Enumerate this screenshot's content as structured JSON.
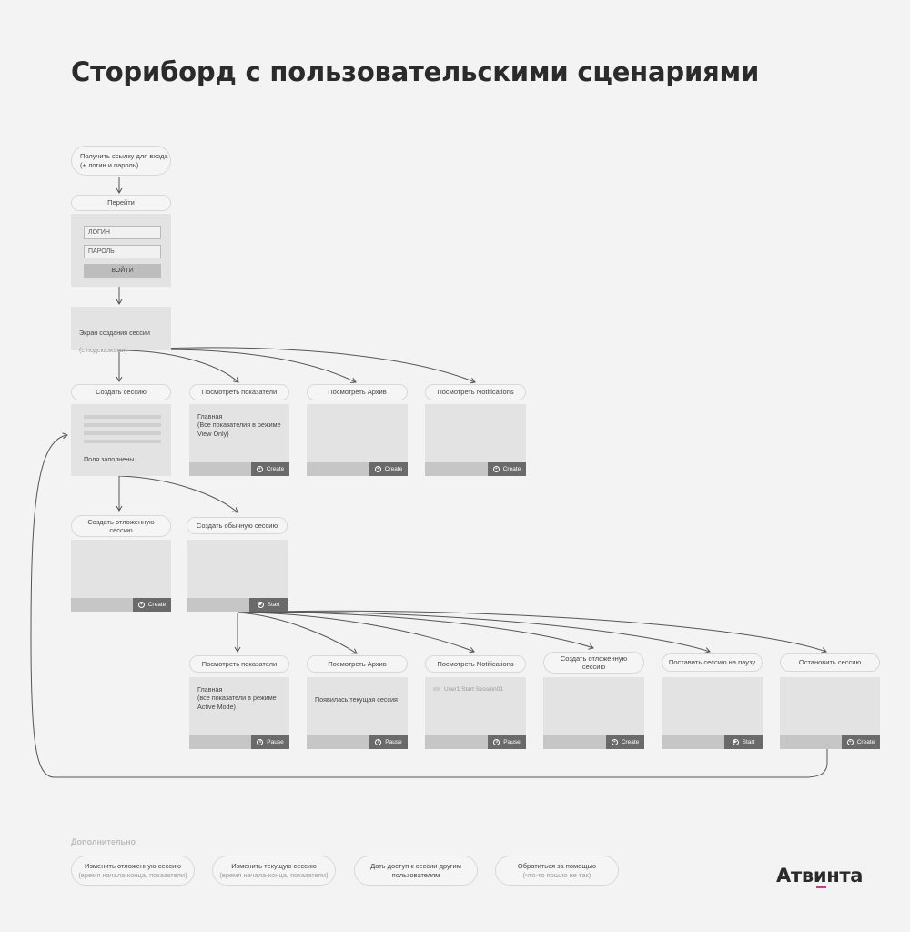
{
  "title": "Сториборд с пользовательскими сценариями",
  "flow": {
    "get_link": {
      "line1": "Получить ссылку для входа",
      "line2": "(+ логин и пароль)"
    },
    "go": "Перейти",
    "login_screen": {
      "login": "ЛОГИН",
      "password": "ПАРОЛЬ",
      "submit": "ВОЙТИ"
    },
    "session_screen": {
      "line1": "Экран создания сессии",
      "line2": "(с подсказками)"
    },
    "row1": {
      "create_session": "Создать сессию",
      "fields_filled": "Поля заполнены",
      "view_indicators": "Посмотреть показатели",
      "indicators_text": "Главная\n(Все показателия в режиме\nView Only)",
      "view_archive": "Посмотреть Архив",
      "view_notifications": "Посмотреть Notifications",
      "create": "Create"
    },
    "row2": {
      "create_delayed": "Создать отложенную\nсессию",
      "create_regular": "Создать обычную сессию",
      "create": "Create",
      "start": "Start"
    },
    "row3": {
      "view_indicators": "Посмотреть показатели",
      "indicators_text": "Главная\n(все показатели в режиме\nActive Mode)",
      "view_archive": "Посмотреть Архив",
      "archive_text": "Появилась текущая сессия",
      "view_notifications": "Посмотреть Notifications",
      "notification_item": "User1 Start Session01",
      "create_delayed": "Создать отложенную\nсессию",
      "pause_session": "Поставить сессию на паузу",
      "stop_session": "Остановить сессию",
      "pause": "Pause",
      "create": "Create",
      "start": "Start"
    }
  },
  "extra": {
    "label": "Дополнительно",
    "items": [
      {
        "title": "Изменить отложенную сессию",
        "sub": "(время начала-конца, показатели)"
      },
      {
        "title": "Изменить текущую сессию",
        "sub": "(время начала-конца, показатели)"
      },
      {
        "title": "Дать доступ к сессии другим\nпользователям",
        "sub": ""
      },
      {
        "title": "Обратиться за помощью",
        "sub": "(что-то пошло не так)"
      }
    ]
  },
  "logo": "Атвинта",
  "colors": {
    "background": "#f3f3f3",
    "screen": "#e3e3e3",
    "button": "#6a6a6a",
    "line": "#555555",
    "logo_accent": "#d63384"
  },
  "icons": {
    "create": "plus-circle-icon",
    "start": "play-circle-icon",
    "pause": "pause-circle-icon"
  }
}
